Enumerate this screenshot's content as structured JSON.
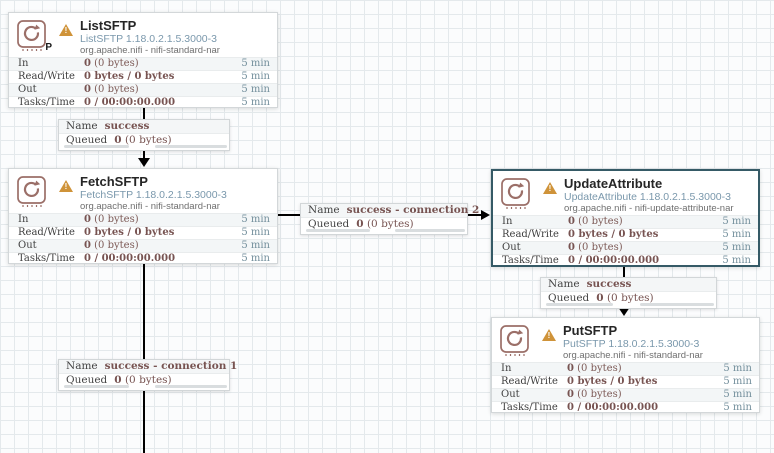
{
  "colors": {
    "value_maroon": "#775351",
    "time_blue_gray": "#728e9b",
    "type_blue_gray": "#7a98ac",
    "warning_amber": "#cf9339",
    "selected_border_teal": "#355a66",
    "icon_maroon": "#9b6f68",
    "connection_line": "#000000",
    "grid_line": "#e4e9ec"
  },
  "stat_labels": {
    "in": "In",
    "read_write": "Read/Write",
    "out": "Out",
    "tasks_time": "Tasks/Time"
  },
  "connection_fields": {
    "name": "Name",
    "queued": "Queued"
  },
  "processors": [
    {
      "title": "ListSFTP",
      "type": "ListSFTP 1.18.0.2.1.5.3000-3",
      "bundle": "org.apache.nifi - nifi-standard-nar",
      "badge": "P",
      "stats": {
        "in_count": "0",
        "in_size": "(0 bytes)",
        "read_write": "0 bytes / 0 bytes",
        "out_count": "0",
        "out_size": "(0 bytes)",
        "tasks_time": "0 / 00:00:00.000",
        "window": "5 min"
      }
    },
    {
      "title": "FetchSFTP",
      "type": "FetchSFTP 1.18.0.2.1.5.3000-3",
      "bundle": "org.apache.nifi - nifi-standard-nar",
      "stats": {
        "in_count": "0",
        "in_size": "(0 bytes)",
        "read_write": "0 bytes / 0 bytes",
        "out_count": "0",
        "out_size": "(0 bytes)",
        "tasks_time": "0 / 00:00:00.000",
        "window": "5 min"
      }
    },
    {
      "title": "UpdateAttribute",
      "type": "UpdateAttribute 1.18.0.2.1.5.3000-3",
      "bundle": "org.apache.nifi - nifi-update-attribute-nar",
      "stats": {
        "in_count": "0",
        "in_size": "(0 bytes)",
        "read_write": "0 bytes / 0 bytes",
        "out_count": "0",
        "out_size": "(0 bytes)",
        "tasks_time": "0 / 00:00:00.000",
        "window": "5 min"
      }
    },
    {
      "title": "PutSFTP",
      "type": "PutSFTP 1.18.0.2.1.5.3000-3",
      "bundle": "org.apache.nifi - nifi-standard-nar",
      "stats": {
        "in_count": "0",
        "in_size": "(0 bytes)",
        "read_write": "0 bytes / 0 bytes",
        "out_count": "0",
        "out_size": "(0 bytes)",
        "tasks_time": "0 / 00:00:00.000",
        "window": "5 min"
      }
    }
  ],
  "connections": [
    {
      "name": "success",
      "queued_count": "0",
      "queued_size": "(0 bytes)"
    },
    {
      "name": "success - connection 2",
      "queued_count": "0",
      "queued_size": "(0 bytes)"
    },
    {
      "name": "success",
      "queued_count": "0",
      "queued_size": "(0 bytes)"
    },
    {
      "name": "success - connection 1",
      "queued_count": "0",
      "queued_size": "(0 bytes)"
    }
  ]
}
